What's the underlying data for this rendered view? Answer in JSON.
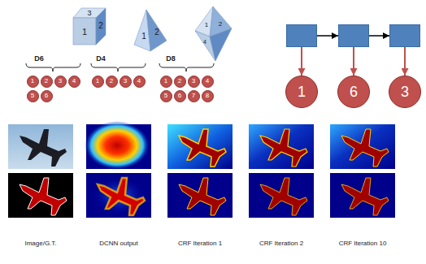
{
  "diagram": {
    "nodes": [
      {
        "text": []
      },
      {
        "text": []
      },
      {
        "text": []
      },
      {
        "text": [
          "1"
        ]
      },
      {
        "text": [
          "6"
        ]
      },
      {
        "text": [
          "3"
        ]
      },
      {
        "text": [
          "1"
        ]
      },
      {
        "text": [
          "2"
        ]
      },
      {
        "text": [
          "3"
        ]
      },
      {
        "text": [
          "4"
        ]
      },
      {
        "text": [
          "5"
        ]
      },
      {
        "text": [
          "6"
        ]
      },
      {
        "text": [
          "1"
        ]
      },
      {
        "text": [
          "2"
        ]
      },
      {
        "text": [
          "3"
        ]
      },
      {
        "text": [
          "4"
        ]
      },
      {
        "text": [
          "1"
        ]
      },
      {
        "text": [
          "2"
        ]
      },
      {
        "text": [
          "3"
        ]
      },
      {
        "text": [
          "4"
        ]
      },
      {
        "text": [
          "5"
        ]
      },
      {
        "text": [
          "6"
        ]
      },
      {
        "text": [
          "7"
        ]
      },
      {
        "text": [
          "8"
        ]
      }
    ],
    "edges": [
      {
        "from": 0,
        "to": 1,
        "arrow": "to"
      },
      {
        "from": 1,
        "to": 2,
        "arrow": "to"
      },
      {
        "from": 0,
        "to": 3,
        "arrow": "to"
      },
      {
        "from": 1,
        "to": 4,
        "arrow": "to"
      },
      {
        "from": 2,
        "to": 5,
        "arrow": "to"
      }
    ],
    "labels": [
      "3",
      "1",
      "2",
      "1",
      "2",
      "1",
      "2",
      "4",
      "D6",
      "D4",
      "D8",
      "Image/G.T.",
      "DCNN output",
      "CRF Iteration 1",
      "CRF Iteration 2",
      "CRF Iteration 10"
    ]
  }
}
